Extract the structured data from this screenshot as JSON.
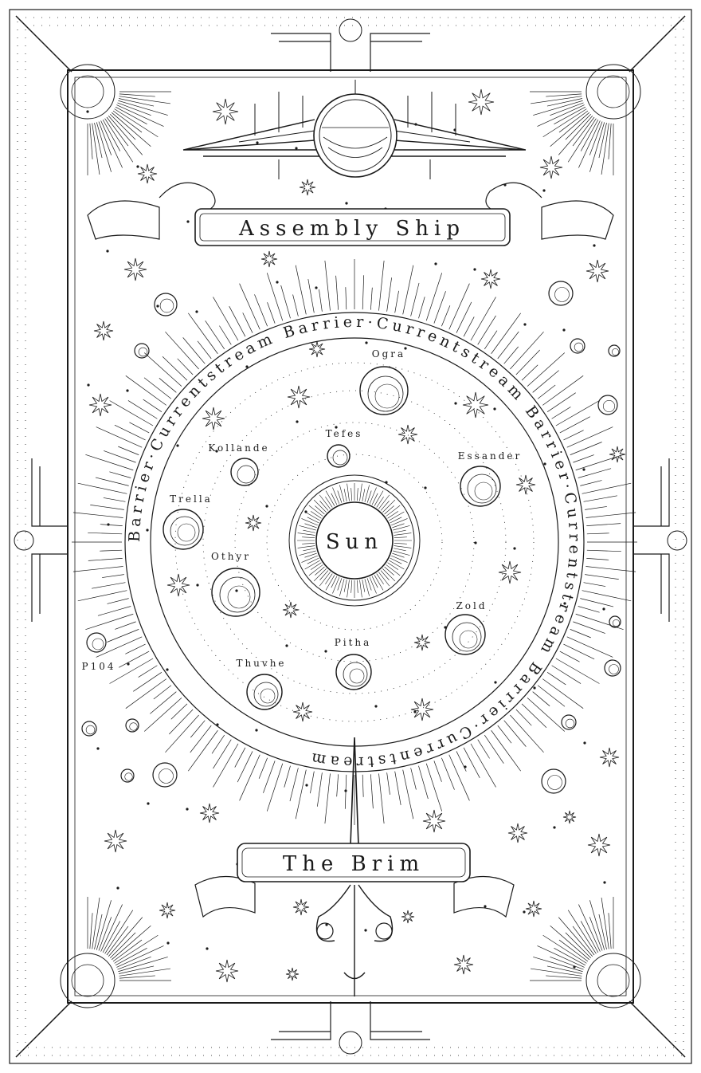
{
  "map": {
    "top_banner": "Assembly Ship",
    "bottom_banner": "The Brim",
    "center_label": "Sun",
    "barrier_ring_text": "Barrier·Currentstream Barrier·Currentstream Barrier·Currentstream Barrier·Currentstream",
    "planets": [
      {
        "id": "ogra",
        "label": "Ogra"
      },
      {
        "id": "tefes",
        "label": "Tefes"
      },
      {
        "id": "kollande",
        "label": "Kollande"
      },
      {
        "id": "essander",
        "label": "Essander"
      },
      {
        "id": "trella",
        "label": "Trella"
      },
      {
        "id": "othyr",
        "label": "Othyr"
      },
      {
        "id": "zold",
        "label": "Zold"
      },
      {
        "id": "pitha",
        "label": "Pitha"
      },
      {
        "id": "thuvhe",
        "label": "Thuvhe"
      },
      {
        "id": "p104",
        "label": "P104"
      }
    ],
    "ink_color": "#1a1a1a",
    "paper_color": "#ffffff"
  }
}
